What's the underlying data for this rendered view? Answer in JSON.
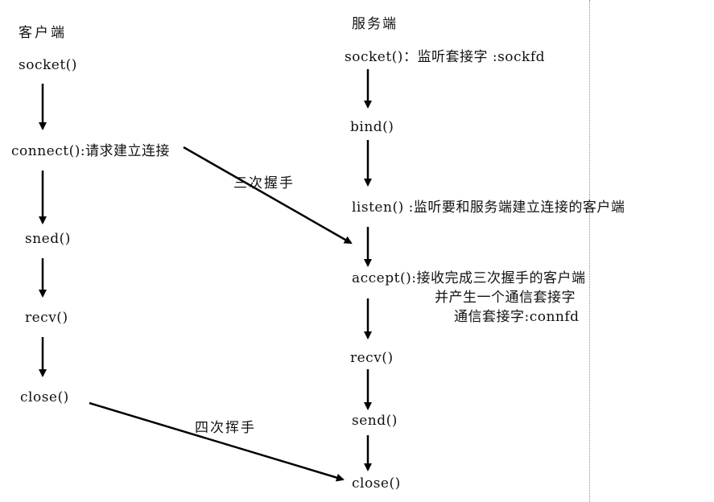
{
  "client": {
    "header": "客户端",
    "steps": [
      "socket()",
      "connect():请求建立连接",
      "sned()",
      "recv()",
      "close()"
    ]
  },
  "server": {
    "header": "服务端",
    "socket": "socket()：监听套接字 :sockfd",
    "bind": "bind()",
    "listen": "listen() :监听要和服务端建立连接的客户端",
    "accept_line1": "accept():接收完成三次握手的客户端",
    "accept_line2": "并产生一个通信套接字",
    "accept_line3": "通信套接字:connfd",
    "recv": "recv()",
    "send": "send()",
    "close": "close()"
  },
  "handshake_label": "三次握手",
  "wave_label": "四次挥手"
}
